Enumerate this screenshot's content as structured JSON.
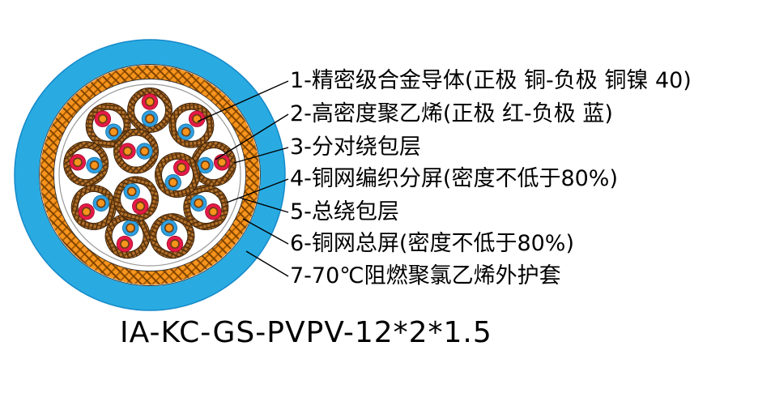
{
  "labels": [
    "1-精密级合金导体(正极 铜-负极 铜镍 40)",
    "2-高密度聚乙烯(正极 红-负极 蓝)",
    "3-分对绕包层",
    "4-铜网编织分屏(密度不低于80%)",
    "5-总绕包层",
    "6-铜网总屏(密度不低于80%)",
    "7-70℃阻燃聚氯乙烯外护套"
  ],
  "part_number": "IA-KC-GS-PVPV-12*2*1.5",
  "colors": {
    "sheath_blue": "#29ABE2",
    "sheath_edge": "#1589c9",
    "braid_orange": "#F7941D",
    "pair_braid_brown": "#a8691f",
    "insulation_red": "#E61947",
    "insulation_blue": "#2F9FE0",
    "conductor_orange": "#F7941D",
    "outline_dark": "#3a2008"
  }
}
